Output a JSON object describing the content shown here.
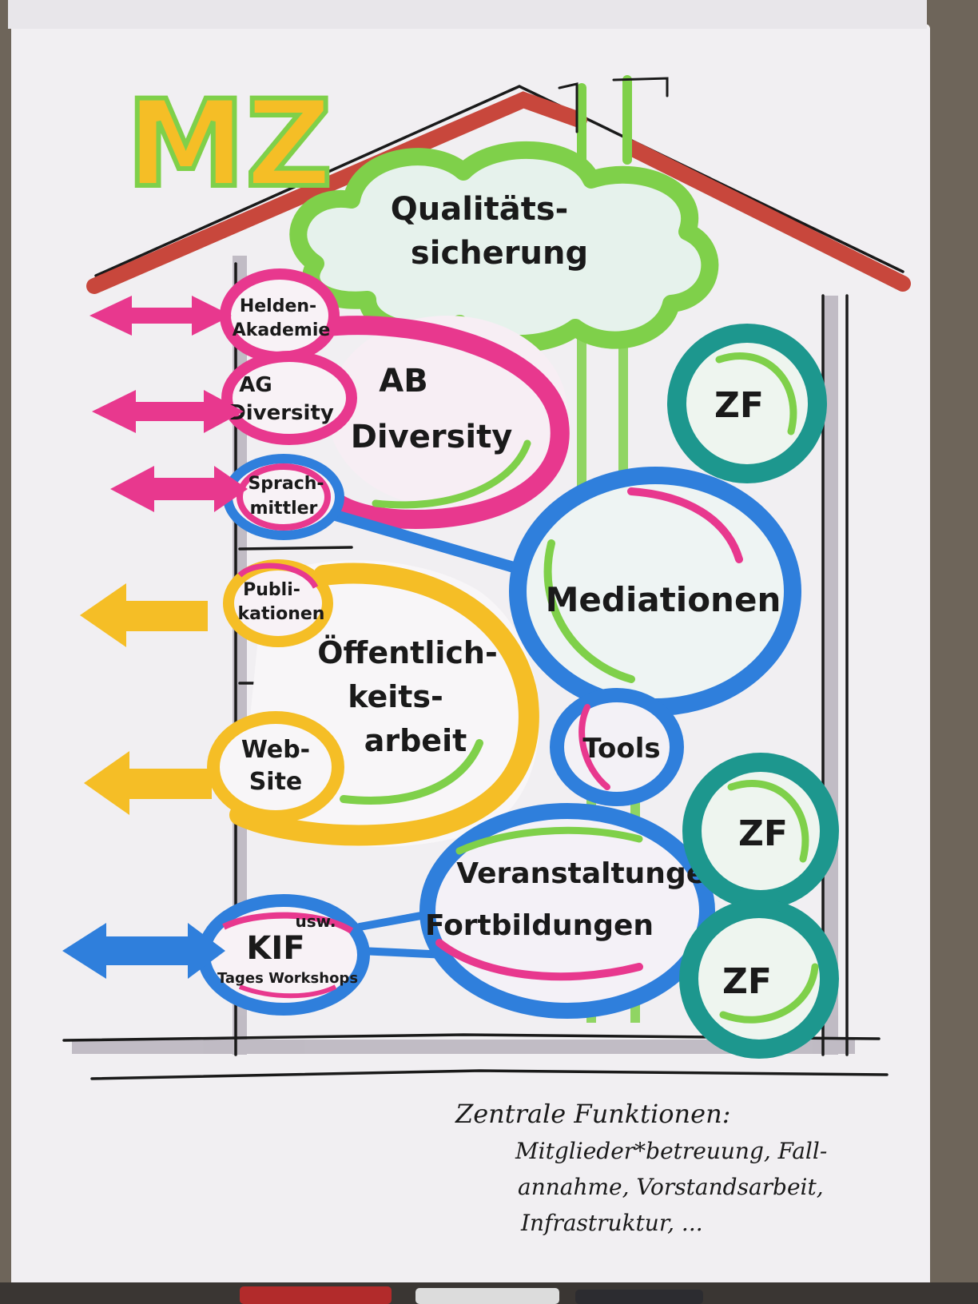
{
  "title": "MZ",
  "colors": {
    "paper": "#f1eff2",
    "roof": "#c8473c",
    "pink": "#e8388e",
    "green": "#7fd04a",
    "blue": "#2f7fdc",
    "yellow": "#f5be26",
    "teal": "#1d978e",
    "ink": "#1a1a1a"
  },
  "nodes": {
    "qualitaet": [
      "Qualitäts-",
      "sicherung"
    ],
    "helden": [
      "Helden-",
      "Akademie"
    ],
    "ag_div": [
      "AG",
      "Diversity"
    ],
    "ab_div": [
      "AB",
      "Diversity"
    ],
    "sprach": [
      "Sprach-",
      "mittler"
    ],
    "mediationen": "Mediationen",
    "publ": [
      "Publi-",
      "kationen"
    ],
    "oeff": [
      "Öffentlich-",
      "keits-",
      "arbeit"
    ],
    "website": [
      "Web-",
      "Site"
    ],
    "tools": "Tools",
    "veranst": [
      "Veranstaltungen",
      "Fortbildungen"
    ],
    "kif_usw": "usw.",
    "kif": "KIF",
    "tages": "Tages Workshops",
    "zf1": "ZF",
    "zf2": "ZF",
    "zf3": "ZF"
  },
  "note": {
    "heading": "Zentrale Funktionen:",
    "lines": [
      "Mitglieder*betreuung, Fall-",
      "annahme, Vorstandsarbeit,",
      "Infrastruktur, ..."
    ]
  }
}
